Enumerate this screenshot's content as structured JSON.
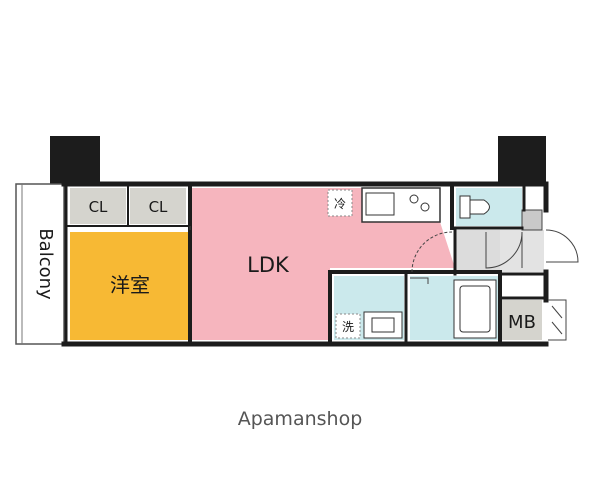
{
  "plan": {
    "balcony_label": "Balcony",
    "closet_left_label": "CL",
    "closet_right_label": "CL",
    "western_room_label": "洋室",
    "ldk_label": "LDK",
    "fridge_label": "冷",
    "washer_label": "洗",
    "meter_box_label": "MB"
  },
  "branding": {
    "watermark": "Apamanshop"
  },
  "colors": {
    "wall": "#1c1c1c",
    "closet": "#d5d4ce",
    "western_room": "#f7b934",
    "ldk": "#f6b5be",
    "wet_area": "#cbe9ec",
    "entry_floor": "#dcdcdc",
    "balcony": "#ffffff",
    "watermark": "#555555"
  }
}
